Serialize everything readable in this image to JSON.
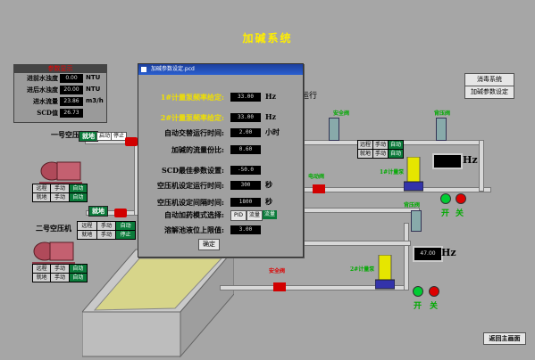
{
  "page_title": "加碱系统",
  "status_panel": {
    "header": "参数显示",
    "rows": [
      {
        "label": "进前水浊度",
        "value": "0.00",
        "unit": "NTU"
      },
      {
        "label": "进后水浊度",
        "value": "20.00",
        "unit": "NTU"
      },
      {
        "label": "进水流量",
        "value": "23.86",
        "unit": "m3/h"
      },
      {
        "label": "SCD值",
        "value": "26.73",
        "unit": ""
      }
    ]
  },
  "compressor_1": {
    "label": "一号空压机",
    "mode": "就地",
    "start": "启动",
    "stop": "停止"
  },
  "compressor_2": {
    "label": "二号空压机",
    "mode": "就地",
    "start": "自动",
    "stop": "停止"
  },
  "cmd_grid_1": [
    "自动",
    "手动",
    "远程",
    "就地"
  ],
  "cmd_grid_2": [
    "自动",
    "手动",
    "远程",
    "就地"
  ],
  "cmd_grid_3": [
    "自动",
    "手动",
    "远程",
    "就地"
  ],
  "cmd_grid_4": [
    "自动",
    "手动",
    "远程",
    "就地"
  ],
  "right_buttons": {
    "system": "消毒系统",
    "params": "加碱参数设定"
  },
  "pump_labels": {
    "pump1": "1#计量泵",
    "pump2": "2#计量泵"
  },
  "valve_labels": [
    "安全阀",
    "背压阀",
    "电动阀",
    "背压阀",
    "安全阀"
  ],
  "hz1_display": "",
  "hz1_unit": "Hz",
  "hz2_display": "47.00",
  "hz2_unit": "Hz",
  "on_label": "开",
  "off_label": "关",
  "on_label_2": "开",
  "off_label_2": "关",
  "running_label": "运行",
  "return_button": "返回主画面",
  "dialog": {
    "title": "加碱参数设定.pcd",
    "rows": [
      {
        "label": "1#计量泵频率给定:",
        "value": "33.00",
        "unit": "Hz",
        "yellow": true
      },
      {
        "label": "2#计量泵频率给定:",
        "value": "33.00",
        "unit": "Hz",
        "yellow": true
      },
      {
        "label": "自动交替运行时间:",
        "value": "2.00",
        "unit": "小时",
        "yellow": false
      },
      {
        "label": "加碱的流量份比:",
        "value": "0.60",
        "unit": "",
        "yellow": false
      },
      {
        "label": "SCD最佳参数设置:",
        "value": "-50.0",
        "unit": "",
        "yellow": false
      },
      {
        "label": "空压机设定运行时间:",
        "value": "300",
        "unit": "秒",
        "yellow": false
      },
      {
        "label": "空压机设定间隔时间:",
        "value": "1800",
        "unit": "秒",
        "yellow": false
      },
      {
        "label": "溶解池液位上限值:",
        "value": "3.00",
        "unit": "",
        "yellow": false
      }
    ],
    "mode_label": "自动加药模式选择:",
    "mode_pid": "PID",
    "mode_flow": "流量",
    "mode_active": "流量",
    "confirm": "确定"
  },
  "colors": {
    "accent_green": "#0b7a3a",
    "title_yellow": "#ffee00",
    "pipe": "#d8d8d8",
    "background": "#a6a6a6"
  }
}
